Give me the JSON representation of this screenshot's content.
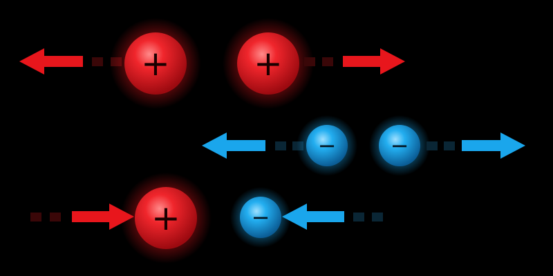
{
  "colors": {
    "background": "#000000",
    "positive": "#e8161c",
    "positive_dark": "#8a0a0e",
    "negative": "#1aa6ec",
    "negative_dark": "#0a5f9a",
    "dash_positive": "#3a0708",
    "dash_negative": "#0a2635"
  },
  "rows": [
    {
      "id": "repel-positive",
      "charges": [
        "+",
        "+"
      ]
    },
    {
      "id": "repel-negative",
      "charges": [
        "−",
        "−"
      ]
    },
    {
      "id": "attract-opposite",
      "charges": [
        "+",
        "−"
      ]
    }
  ]
}
